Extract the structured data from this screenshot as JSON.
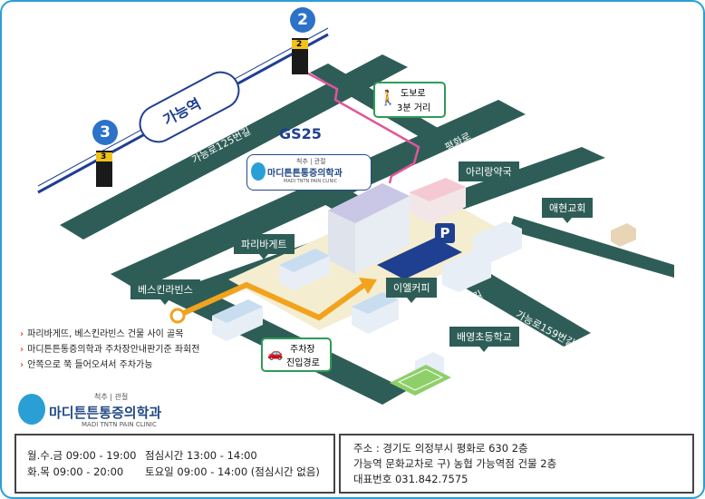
{
  "colors": {
    "road": "#2e5d57",
    "rail": "#1f3f90",
    "border": "#2a9fd6",
    "walk": "#e0559b",
    "route": "#f2a31c",
    "accent": "#e2572b",
    "clinic": "#234a86"
  },
  "station": {
    "name": "가능역",
    "line1": "2",
    "line3": "3",
    "exit2": "2",
    "exit3": "3"
  },
  "walk_info": {
    "line1": "도보로",
    "line2": "3분 거리"
  },
  "roads": {
    "r125": "가능로125번길",
    "pyeonghwa": "평화로",
    "r135": "가능로135번길",
    "r159": "가능로159번길"
  },
  "places": {
    "gs25": "GS25",
    "pharmacy": "아리랑약국",
    "church": "애현교회",
    "paris": "파리바게트",
    "baskin": "베스킨라빈스",
    "coffee": "이엘커피",
    "school": "배영초등학교",
    "parking": "P"
  },
  "parking_entrance": {
    "line1": "주차장",
    "line2": "진입경로"
  },
  "clinic": {
    "category": "척추 | 관절",
    "name": "마디튼튼통증의학과",
    "en": "MADI TNTN PAIN CLINIC"
  },
  "directions": [
    "파리바게뜨, 베스킨라빈스 건물 사이 골목",
    "마디튼튼통증의학과 주차장안내판기준 좌회전",
    "안쪽으로 쭉 들어오셔서 주차가능"
  ],
  "hours": {
    "weekday1": "월.수.금 09:00 - 19:00",
    "weekday2": "화.목 09:00 - 20:00",
    "lunch": "점심시간 13:00 - 14:00",
    "saturday": "토요일 09:00 - 14:00 (점심시간 없음)"
  },
  "address": {
    "addr": "주소 : 경기도 의정부시 평화로 630 2층",
    "loc": "가능역 문화교차로 구) 농협 가능역점 건물 2층",
    "phone": "대표번호 031.842.7575"
  }
}
